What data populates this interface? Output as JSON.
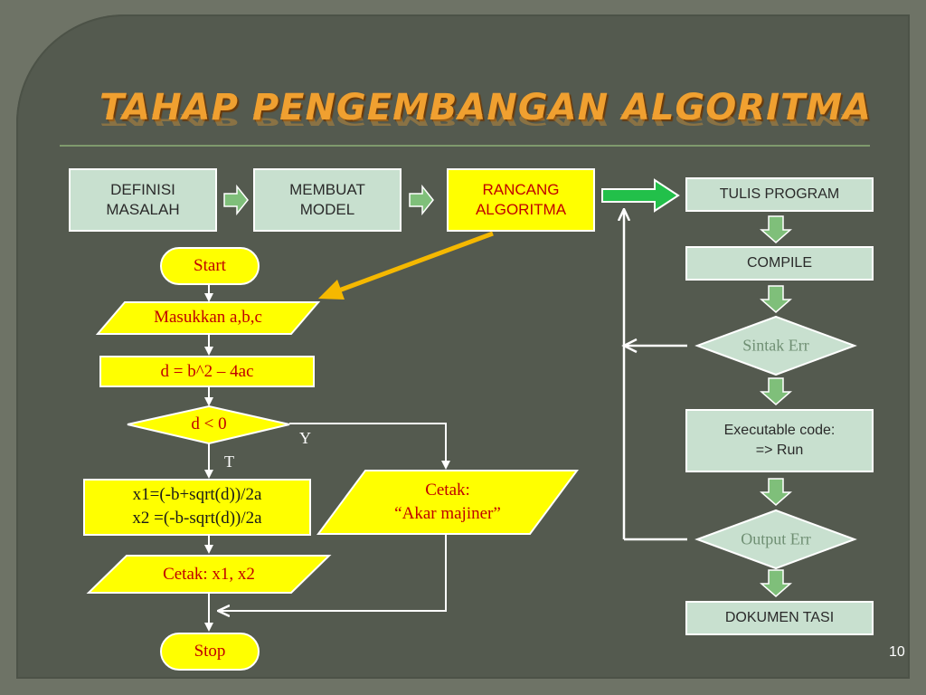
{
  "slide": {
    "title": "TAHAP PENGEMBANGAN ALGORITMA",
    "page_number": "10"
  },
  "stages": [
    {
      "line1": "DEFINISI",
      "line2": "MASALAH"
    },
    {
      "line1": "MEMBUAT",
      "line2": "MODEL"
    },
    {
      "line1": "RANCANG",
      "line2": "ALGORITMA"
    }
  ],
  "flowchart": {
    "start": "Start",
    "input": "Masukkan a,b,c",
    "process": "d = b^2 – 4ac",
    "decision": "d < 0",
    "yes_label": "Y",
    "no_label": "T",
    "compute_line1": "x1=(-b+sqrt(d))/2a",
    "compute_line2": "x2 =(-b-sqrt(d))/2a",
    "print_result": "Cetak: x1, x2",
    "print_imag_line1": "Cetak:",
    "print_imag_line2": "“Akar majiner”",
    "stop": "Stop"
  },
  "process_steps": {
    "write_program": "TULIS PROGRAM",
    "compile": "COMPILE",
    "syntax_error": "Sintak Err",
    "executable_line1": "Executable code:",
    "executable_line2": "=> Run",
    "output_error": "Output Err",
    "documentation": "DOKUMEN TASI"
  },
  "colors": {
    "background": "#6e7366",
    "panel": "#545a4f",
    "box_fill": "#c8e0cf",
    "highlight_fill": "#ffff00",
    "highlight_text": "#c00000",
    "title": "#f0a030",
    "pointer_arrow": "#f5b800",
    "forward_arrow": "#22c04a"
  }
}
